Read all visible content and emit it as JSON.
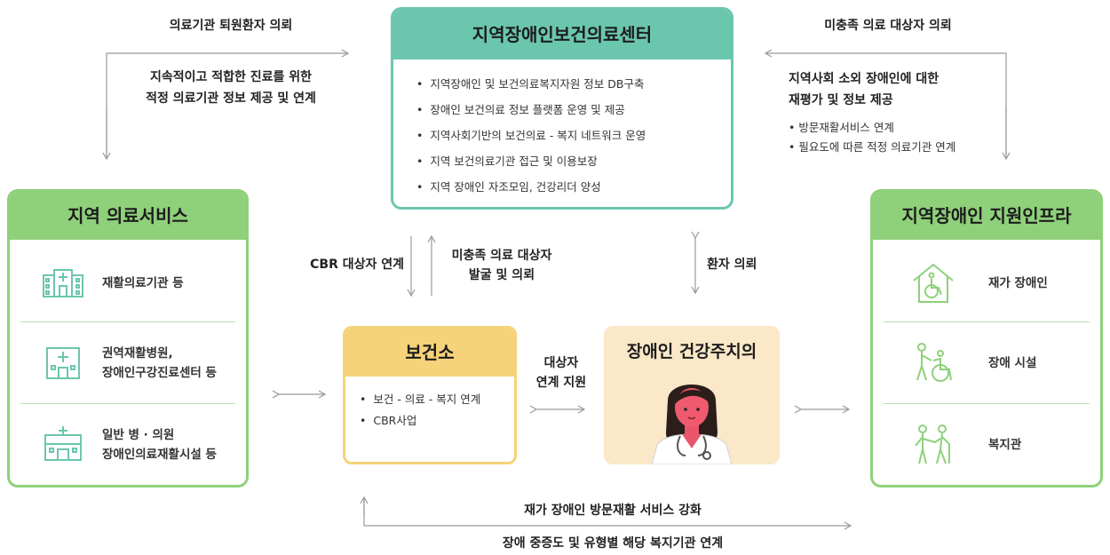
{
  "center": {
    "title": "지역장애인보건의료센터",
    "items": [
      "지역장애인 및 보건의료복지자원 정보 DB구축",
      "장애인 보건의료 정보 플랫폼 운영 및 제공",
      "지역사회기반의 보건의료 - 복지 네트워크 운영",
      "지역 보건의료기관 접근 및 이용보장",
      "지역 장애인 자조모임, 건강리더 양성"
    ]
  },
  "left": {
    "title": "지역 의료서비스",
    "rows": [
      {
        "icon": "hospital-icon",
        "text": "재활의료기관 등"
      },
      {
        "icon": "hospital-cross-icon",
        "text": "권역재활병원,\n장애인구강진료센터 등"
      },
      {
        "icon": "clinic-icon",
        "text": "일반 병 · 의원\n장애인의료재활시설 등"
      }
    ]
  },
  "right": {
    "title": "지역장애인 지원인프라",
    "rows": [
      {
        "icon": "home-wheelchair-icon",
        "text": "재가 장애인"
      },
      {
        "icon": "caregiver-wheelchair-icon",
        "text": "장애 시설"
      },
      {
        "icon": "elderly-walking-icon",
        "text": "복지관"
      }
    ]
  },
  "bogunso": {
    "title": "보건소",
    "items": [
      "보건 - 의료 - 복지 연계",
      "CBR사업"
    ]
  },
  "doctor": {
    "title": "장애인 건강주치의",
    "icon": "doctor-icon"
  },
  "labels": {
    "top_left_arrow": "의료기관 퇴원환자 의뢰",
    "top_left_desc_1": "지속적이고 적합한 진료를 위한",
    "top_left_desc_2": "적정 의료기관 정보 제공 및 연계",
    "top_right_arrow": "미충족 의료 대상자 의뢰",
    "top_right_desc_1": "지역사회 소외 장애인에 대한",
    "top_right_desc_2": "재평가 및 정보 제공",
    "top_right_bullets": [
      "방문재활서비스 연계",
      "필요도에 따른 적정 의료기관 연계"
    ],
    "cbr_link": "CBR 대상자 연계",
    "unmet_1": "미충족 의료 대상자",
    "unmet_2": "발굴 및 의뢰",
    "patient_referral": "환자 의뢰",
    "target_link_1": "대상자",
    "target_link_2": "연계 지원",
    "bottom_1": "재가 장애인 방문재활 서비스 강화",
    "bottom_2": "장애 중증도 및 유형별 해당 복지기관 연계"
  },
  "colors": {
    "teal": "#6bc6ae",
    "green": "#8fd07a",
    "yellow": "#f6d37a",
    "peach": "#fbe8c8",
    "arrow": "#999999"
  }
}
